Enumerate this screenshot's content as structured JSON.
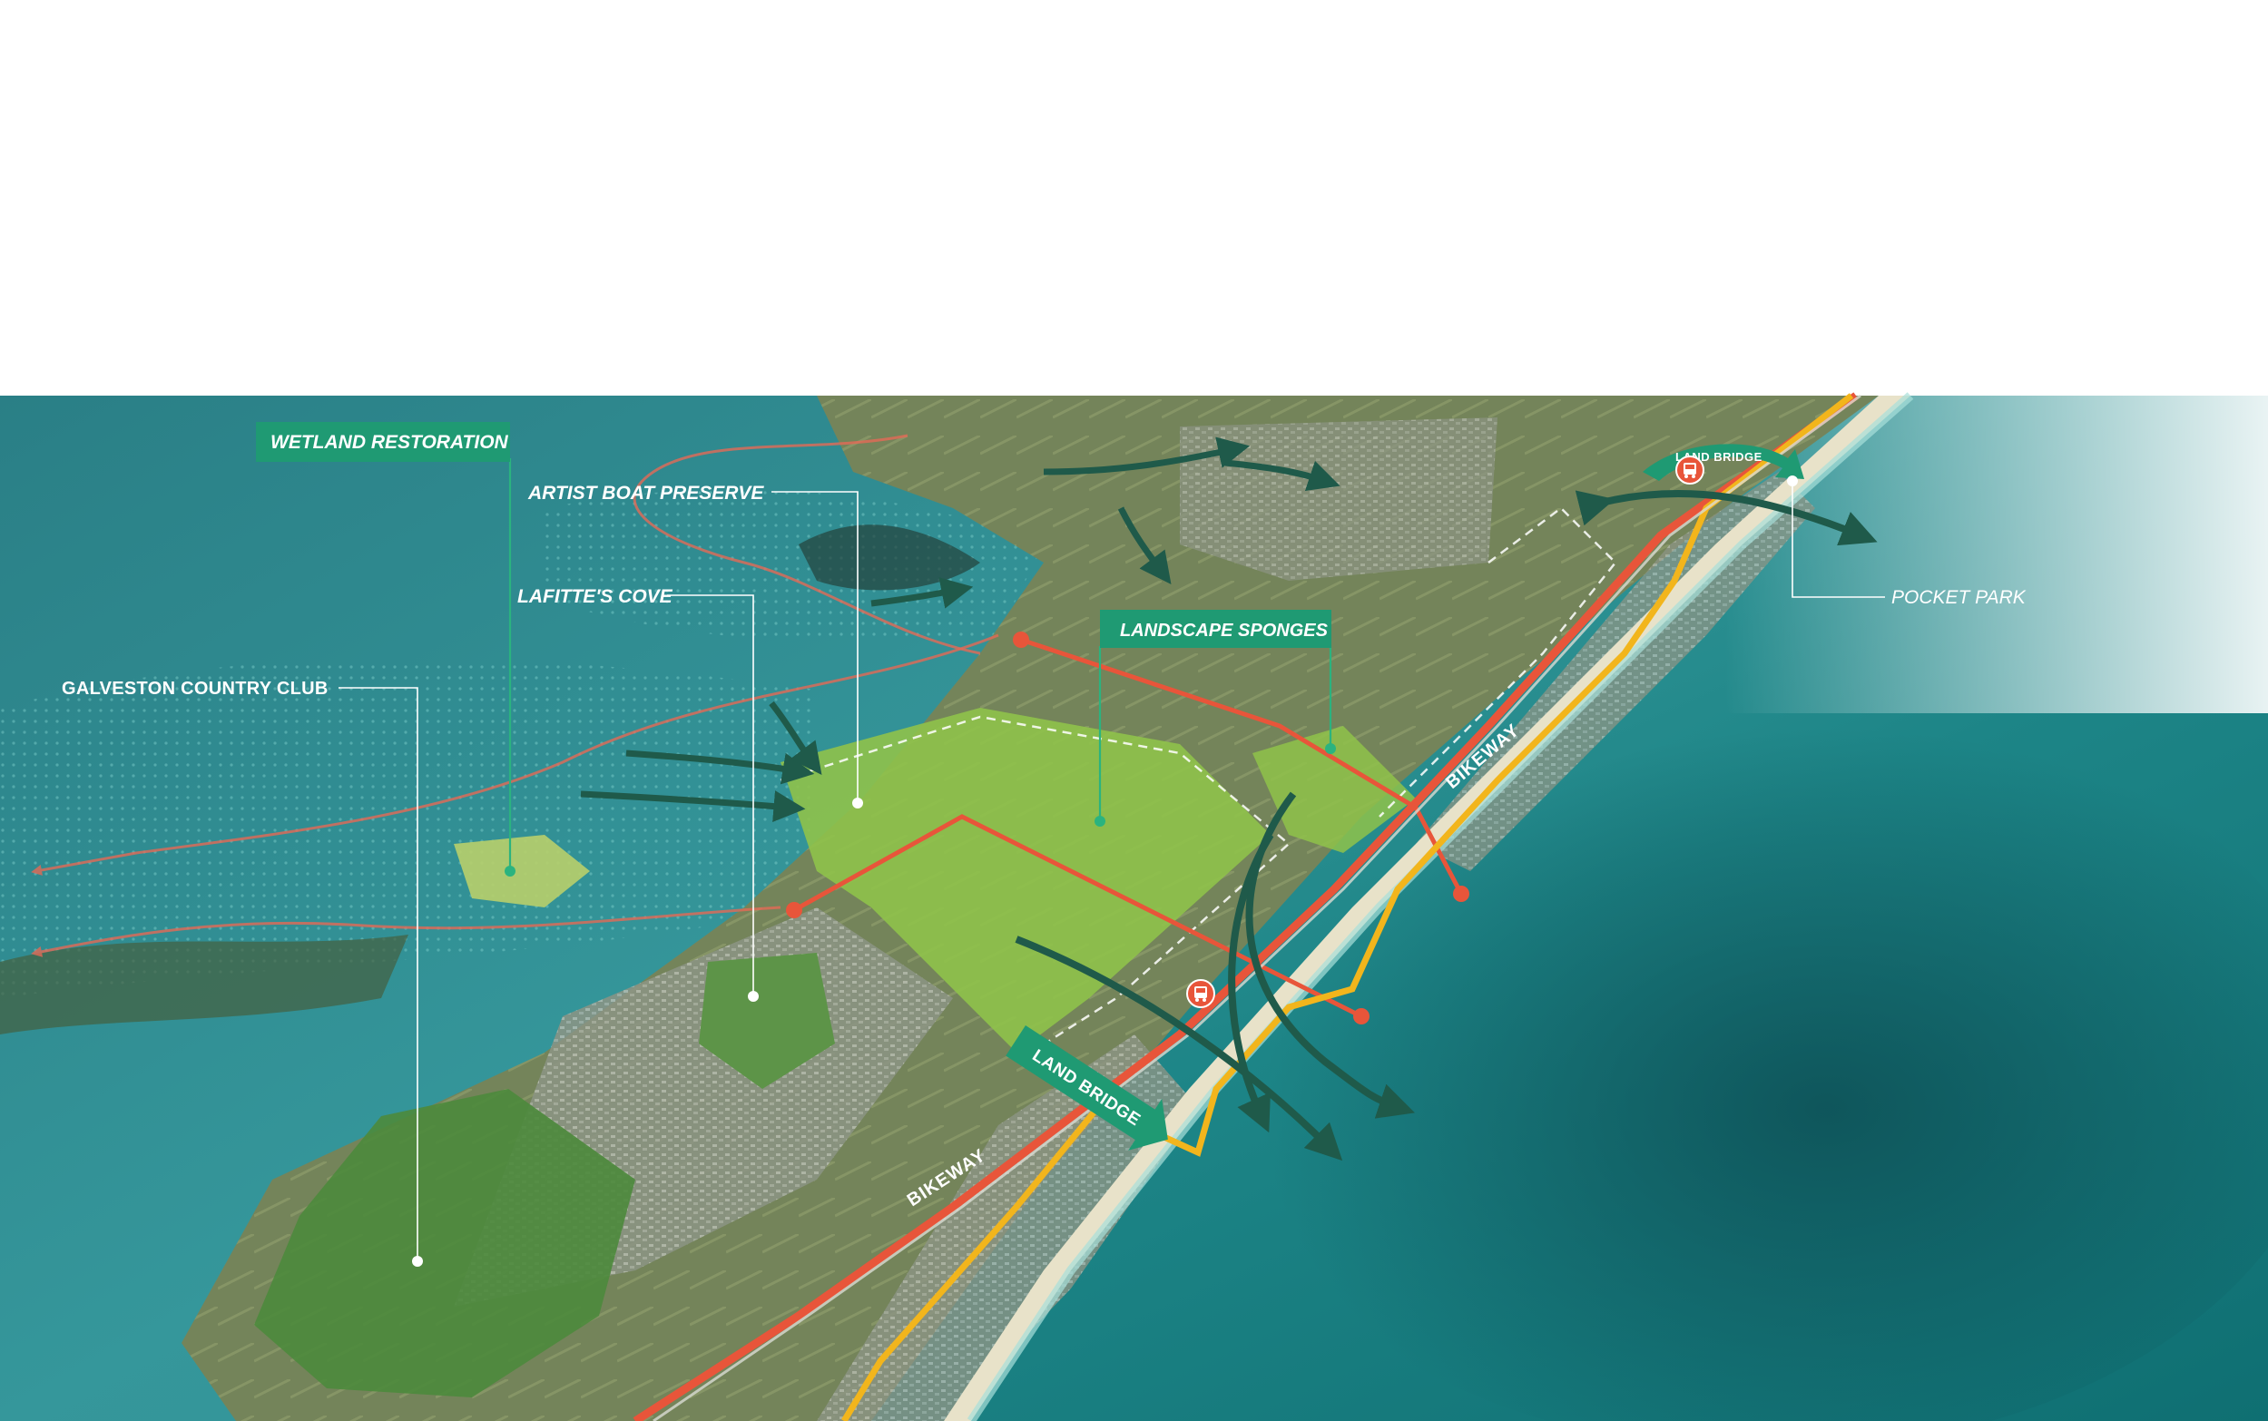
{
  "labels": {
    "wetland_restoration": "WETLAND  RESTORATION",
    "artist_boat_preserve": "ARTIST BOAT PRESERVE",
    "lafittes_cove": "LAFITTE'S COVE",
    "galveston_country_club": "GALVESTON COUNTRY CLUB",
    "landscape_sponges": "LANDSCAPE SPONGES",
    "pocket_park": "POCKET PARK",
    "land_bridge_main": "LAND BRIDGE",
    "land_bridge_top": "LAND BRIDGE",
    "bikeway_lower": "BIKEWAY",
    "bikeway_upper": "BIKEWAY"
  },
  "colors": {
    "bay_water": "#2f8f93",
    "gulf_water": "#1f8a8c",
    "land": "#6f7d5a",
    "restoration_green": "#8fc24a",
    "label_box": "#1f9a73",
    "bikeway_red": "#e8553a",
    "coast_yellow": "#f2b51c",
    "arrow_dark": "#1f5a4a",
    "leader_line": "#ffffff",
    "sponge_leader": "#2bb37f"
  },
  "icons": [
    "bus-icon",
    "bus-icon"
  ]
}
